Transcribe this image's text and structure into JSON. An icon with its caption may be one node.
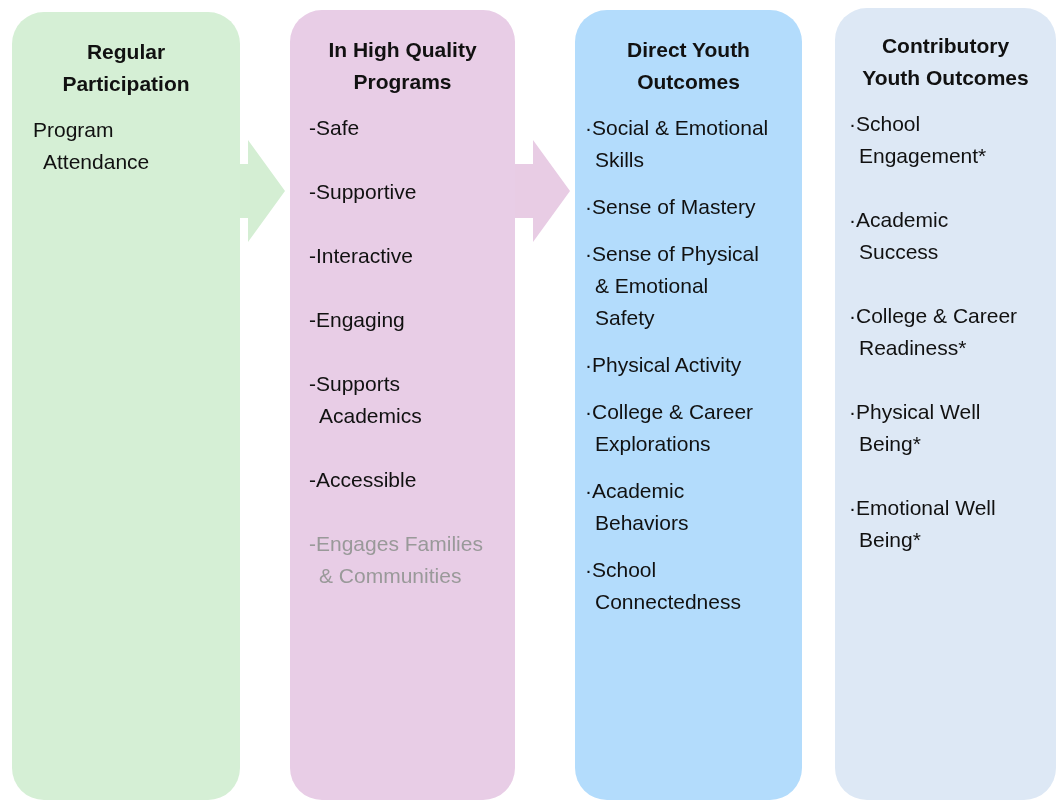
{
  "diagram": {
    "nodes": [
      {
        "text": [
          "Regular Participation",
          "Program Attendance"
        ]
      },
      {
        "text": [
          "In High Quality Programs",
          "-Safe",
          "-Supportive",
          "-Interactive",
          "-Engaging",
          "-Supports Academics",
          "-Accessible",
          "-Engages Families & Communities"
        ]
      },
      {
        "text": [
          "Direct Youth Outcomes",
          "·Social & Emotional Skills",
          "·Sense of Mastery",
          "·Sense of Physical & Emotional Safety",
          "·Physical Activity",
          "·College & Career Explorations",
          "·Academic Behaviors",
          "·School Connectedness"
        ]
      },
      {
        "text": [
          "Contributory Youth Outcomes",
          "·School Engagement*",
          "·Academic Success",
          "·College & Career Readiness*",
          "·Physical Well Being*",
          "·Emotional Well Being*"
        ]
      }
    ],
    "edges": [
      {
        "from": 0,
        "to": 1,
        "arrow": "to",
        "color": "#d4eed3"
      },
      {
        "from": 1,
        "to": 2,
        "arrow": "to",
        "color": "#e8cce4"
      }
    ]
  }
}
